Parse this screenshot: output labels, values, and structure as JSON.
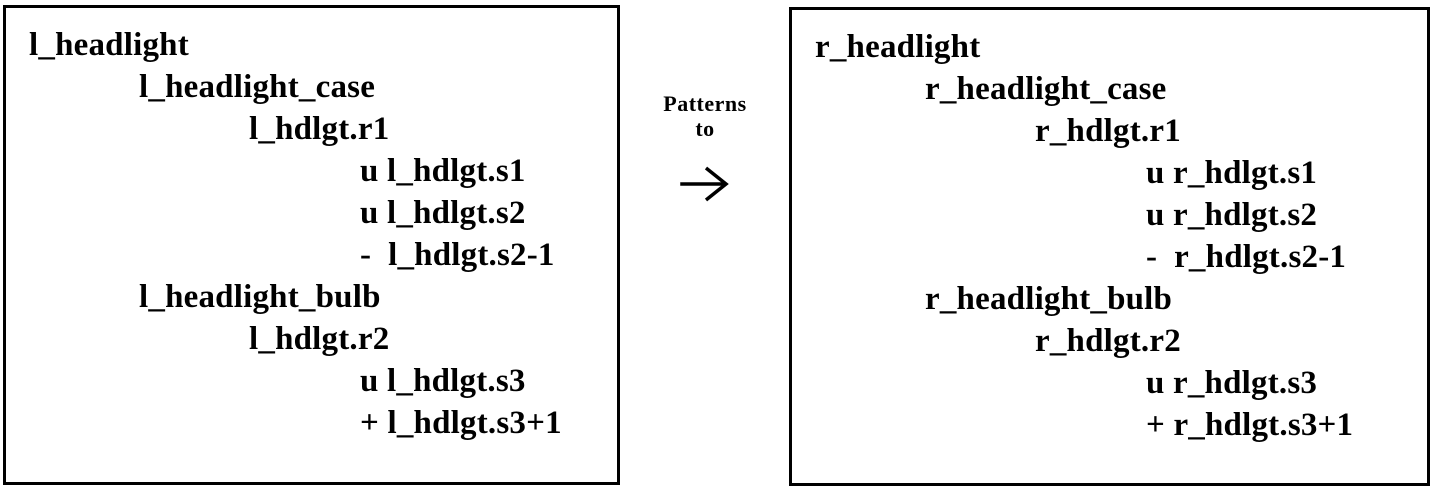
{
  "left_tree": {
    "lines": [
      "l_headlight",
      "l_headlight_case",
      "l_hdlgt.r1",
      "u l_hdlgt.s1",
      "u l_hdlgt.s2",
      "-  l_hdlgt.s2-1",
      "l_headlight_bulb",
      "l_hdlgt.r2",
      "u l_hdlgt.s3",
      "+ l_hdlgt.s3+1"
    ]
  },
  "right_tree": {
    "lines": [
      "r_headlight",
      "r_headlight_case",
      "r_hdlgt.r1",
      "u r_hdlgt.s1",
      "u r_hdlgt.s2",
      "-  r_hdlgt.s2-1",
      "r_headlight_bulb",
      "r_hdlgt.r2",
      "u r_hdlgt.s3",
      "+ r_hdlgt.s3+1"
    ]
  },
  "arrow": {
    "label_line1": "Patterns",
    "label_line2": "to",
    "icon": "right-arrow-icon"
  }
}
